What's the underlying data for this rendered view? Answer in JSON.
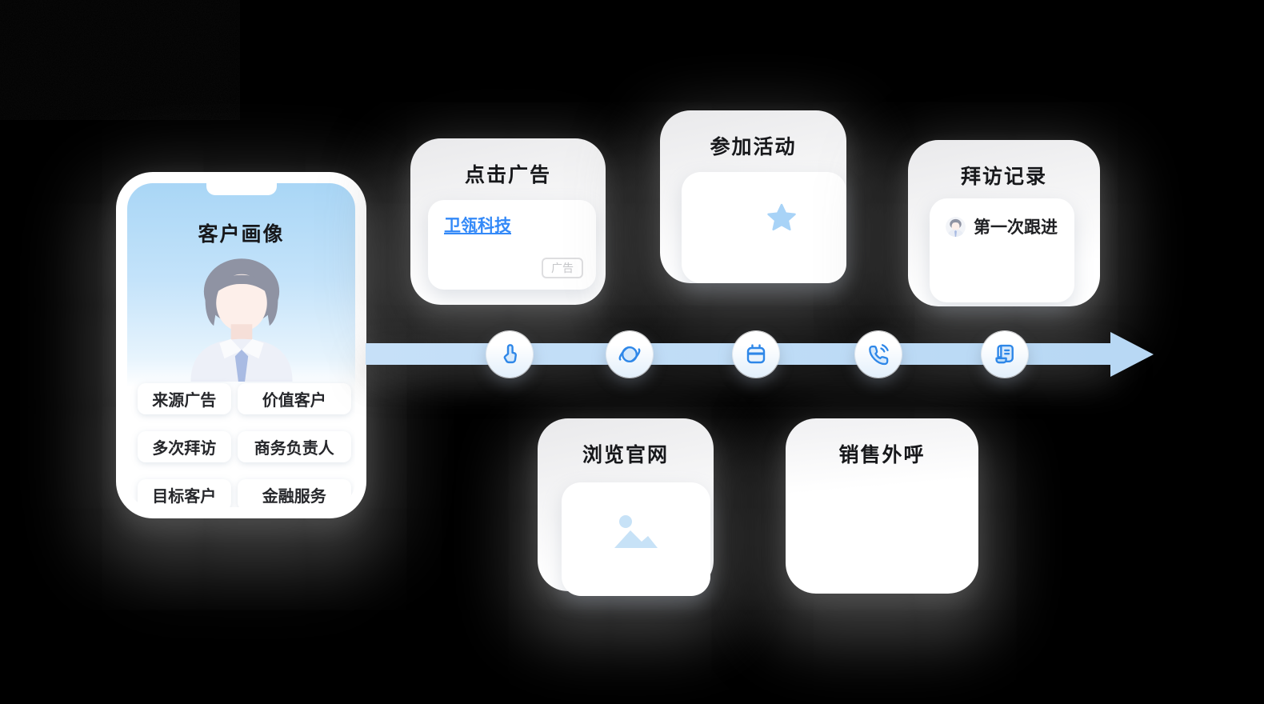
{
  "profile": {
    "title": "客户画像",
    "tags": [
      "来源广告",
      "价值客户",
      "多次拜访",
      "商务负责人",
      "目标客户",
      "金融服务"
    ]
  },
  "flow": {
    "ad": {
      "title": "点击广告",
      "link_text": "卫瓴科技",
      "badge": "广告"
    },
    "event": {
      "title": "参加活动"
    },
    "visit": {
      "title": "拜访记录",
      "note": "第一次跟进"
    },
    "website": {
      "title": "浏览官网"
    },
    "call": {
      "title": "销售外呼"
    }
  },
  "timeline": {
    "icons": [
      "click-icon",
      "browser-icon",
      "calendar-icon",
      "phone-call-icon",
      "record-icon"
    ]
  },
  "colors": {
    "icon_blue": "#2E87E8",
    "icon_fill_blue": "#D6E9FB",
    "arrow_blue": "#B8D8F4",
    "link_blue": "#3389F8",
    "star_blue": "#A8D3F7",
    "placeholder_blue": "#C7E2F7",
    "title_dark": "#17181B",
    "page_background": "#000000"
  }
}
